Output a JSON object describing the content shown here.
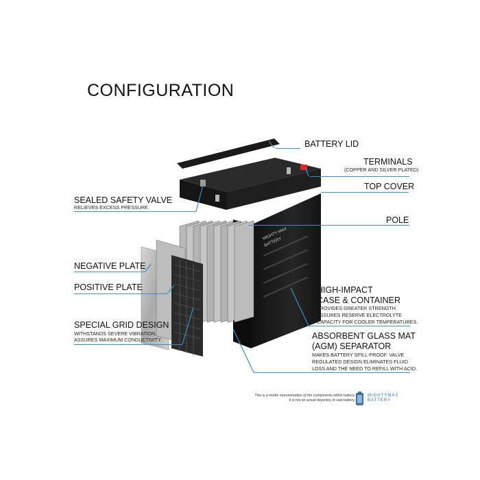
{
  "title": "CONFIGURATION",
  "labels": {
    "battery_lid": "BATTERY LID",
    "terminals": "TERMINALS",
    "terminals_sub": "(COPPER AND SILVER PLATED)",
    "top_cover": "TOP COVER",
    "safety_valve": "SEALED SAFETY VALVE",
    "safety_valve_sub": "RELIEVES EXCESS PRESSURE.",
    "pole": "POLE",
    "negative_plate": "NEGATIVE PLATE",
    "positive_plate": "POSITIVE PLATE",
    "case_line1": "HIGH-IMPACT",
    "case_line2": "CASE & CONTAINER",
    "case_sub1": "PROVIDES GREATER STRENGTH.",
    "case_sub2": "ASSURES RESERVE ELECTROLYTE",
    "case_sub3": "CAPACITY FOR COOLER TEMPERATURES.",
    "grid_design": "SPECIAL GRID DESIGN",
    "grid_sub1": "WITHSTANDS SEVERE VIBRATION,",
    "grid_sub2": "ASSURES MAXIMUM CONDUCTIVITY.",
    "agm_line1": "ABSORBENT GLASS MAT",
    "agm_line2": "(AGM) SEPARATOR",
    "agm_sub1": "MAKES BATTERY SPILL-PROOF. VALVE",
    "agm_sub2": "REGULATED DESIGN ELIMINATES FLUID",
    "agm_sub3": "LOSS AND THE NEED TO REFILL WITH ACID."
  },
  "footnote": {
    "line1": "This is a model representation of the components within battery.",
    "line2": "It is not an actual depiction of said battery."
  },
  "battery_brand": {
    "line1": "MIGHTY MAX",
    "line2": "BATTERY"
  },
  "logo_text": {
    "line1": "MIGHTYMAX",
    "line2": "BATTERY"
  },
  "colors": {
    "leader_line": "#3a8fc7",
    "battery_body": "#1b1b1b",
    "terminal_red": "#d52a2a",
    "plate_gray": "#a9a9a9"
  }
}
